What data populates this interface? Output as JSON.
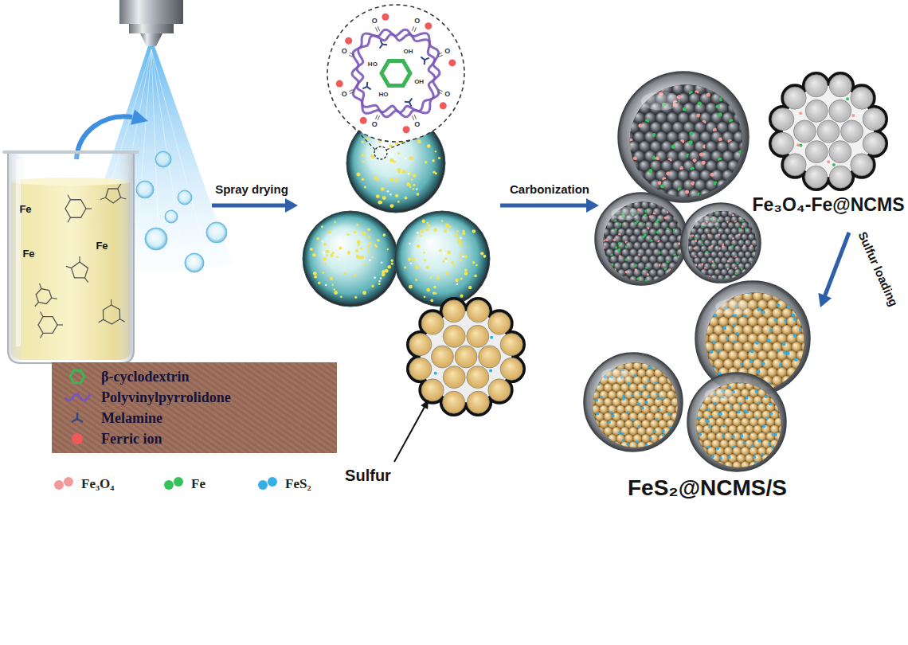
{
  "diagram": {
    "labels": [
      "Fe",
      "Fe",
      "Fe",
      "Spray drying",
      "Carbonization",
      "Fe₃O₄-Fe@NCMS",
      "Sulfur loading",
      "Sulfur",
      "FeS₂@NCMS/S",
      "OH",
      "HO",
      "OH",
      "HO",
      "O",
      "O",
      "O",
      "O",
      "O",
      "O",
      "O",
      "O"
    ],
    "legend": [
      {
        "text": "β-cyclodextrin"
      },
      {
        "text": "Polyvinylpyrrolidone"
      },
      {
        "text": "Melamine"
      },
      {
        "text": "Ferric ion",
        "color": "#f05a5a"
      },
      {
        "text": "Fe₃O₄",
        "color": "#f29a9a"
      },
      {
        "text": "Fe",
        "color": "#35c25a"
      },
      {
        "text": "FeS₂",
        "color": "#36aee6"
      }
    ]
  }
}
